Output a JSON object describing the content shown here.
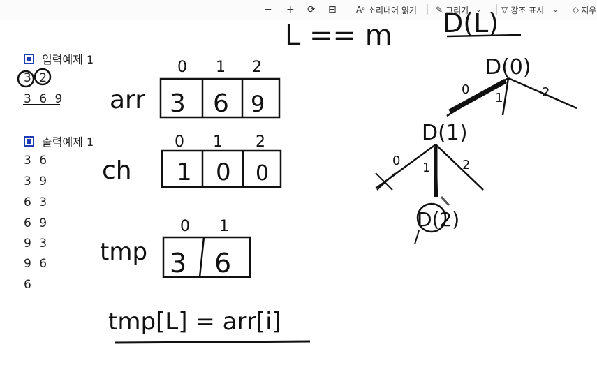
{
  "toolbar": {
    "read_aloud": "소리내어 읽기",
    "draw": "그리기",
    "highlight": "강조 표시",
    "erase": "지우"
  },
  "input_section": {
    "title": "입력예제 1",
    "lines": [
      "3 2",
      "3 6 9"
    ]
  },
  "output_section": {
    "title": "출력예제 1",
    "lines": [
      "3 6",
      "3 9",
      "6 3",
      "6 9",
      "9 3",
      "9 6",
      "6"
    ]
  },
  "handwriting": {
    "header": "L == m",
    "header_fn": "D(L)",
    "arr_label": "arr",
    "arr_indices": [
      "0",
      "1",
      "2"
    ],
    "arr_values": [
      "3",
      "6",
      "9"
    ],
    "ch_label": "ch",
    "ch_indices": [
      "0",
      "1",
      "2"
    ],
    "ch_values": [
      "1",
      "0",
      "0"
    ],
    "tmp_label": "tmp",
    "tmp_indices": [
      "0",
      "1"
    ],
    "tmp_values": [
      "3",
      "6"
    ],
    "assignment": "tmp[L] = arr[i]",
    "tree_root": "D(0)",
    "tree_child": "D(1)",
    "tree_leaf": "D(2)",
    "branch_labels": [
      "0",
      "1",
      "2"
    ]
  },
  "colors": {
    "bullet": "#1e3bb8",
    "ink": "#111111"
  }
}
